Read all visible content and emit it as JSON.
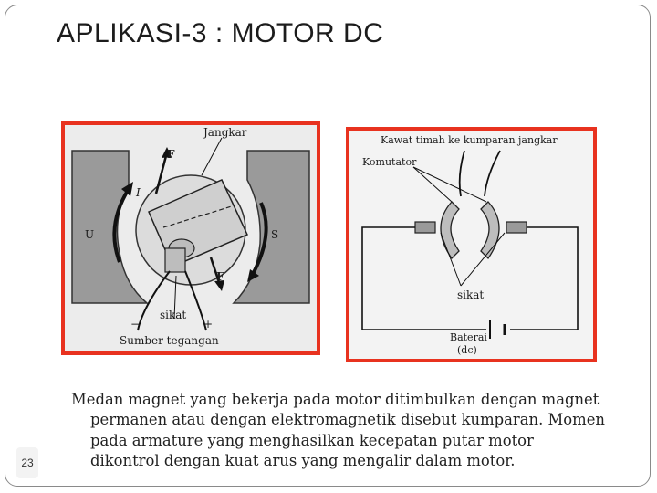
{
  "slide": {
    "title": "APLIKASI-3 : MOTOR DC",
    "number": "23"
  },
  "figure_left": {
    "labels": {
      "jangkar": "Jangkar",
      "f_top": "F",
      "i": "I",
      "u": "U",
      "s": "S",
      "f_bottom": "F",
      "sikat": "sikat",
      "minus": "−",
      "plus": "+",
      "sumber": "Sumber tegangan"
    }
  },
  "figure_right": {
    "labels": {
      "kawat": "Kawat timah ke kumparan jangkar",
      "komutator": "Komutator",
      "sikat": "sikat",
      "baterai": "Baterai",
      "dc": "(dc)"
    }
  },
  "body": {
    "lines": [
      "Medan magnet yang bekerja pada motor ditimbulkan dengan magnet",
      "permanen atau dengan elektromagnetik disebut kumparan. Momen",
      "pada armature yang menghasilkan kecepatan putar motor",
      "dikontrol dengan kuat arus yang mengalir dalam motor."
    ]
  },
  "colors": {
    "frame_border": "#e8321f"
  }
}
